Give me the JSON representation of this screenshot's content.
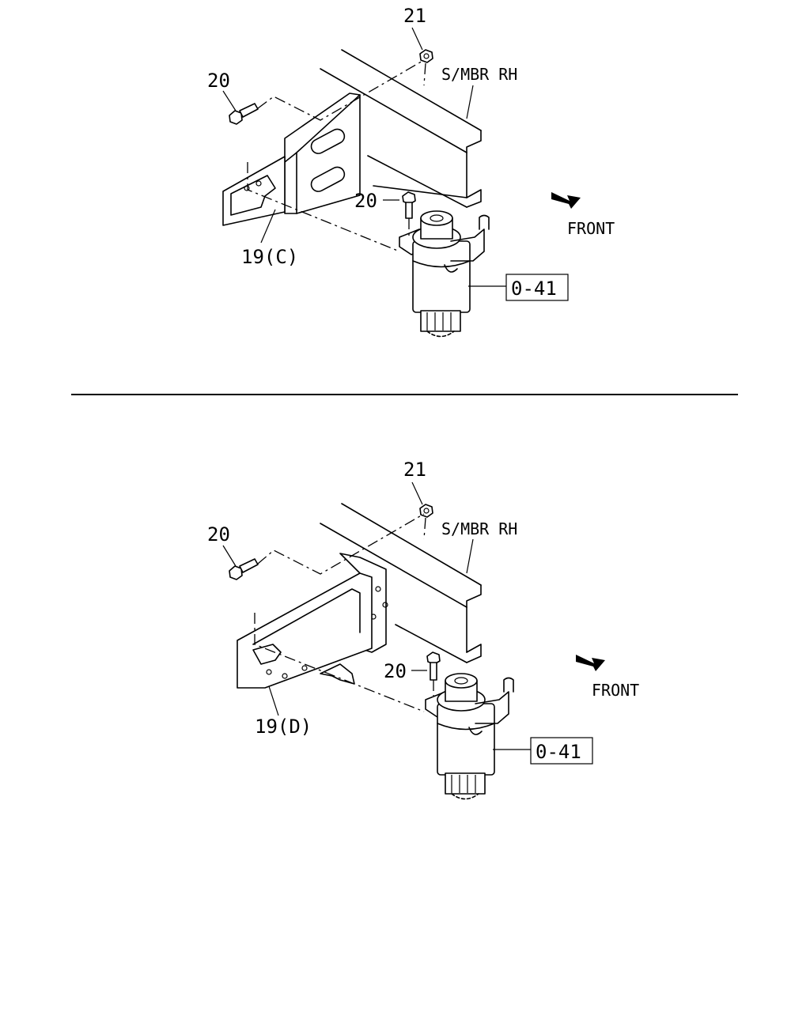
{
  "diagrams": [
    {
      "nut_callout": "21",
      "bolt_callout": "20",
      "filter_bolt_callout": "20",
      "bracket_callout": "19(C)",
      "member_label": "S/MBR RH",
      "direction_label": "FRONT",
      "reference_box": "0-41"
    },
    {
      "nut_callout": "21",
      "bolt_callout": "20",
      "filter_bolt_callout": "20",
      "bracket_callout": "19(D)",
      "member_label": "S/MBR RH",
      "direction_label": "FRONT",
      "reference_box": "0-41"
    }
  ],
  "icons": {
    "front_arrow": "front-arrow-icon",
    "nut": "nut-icon",
    "bolt": "bolt-icon"
  }
}
